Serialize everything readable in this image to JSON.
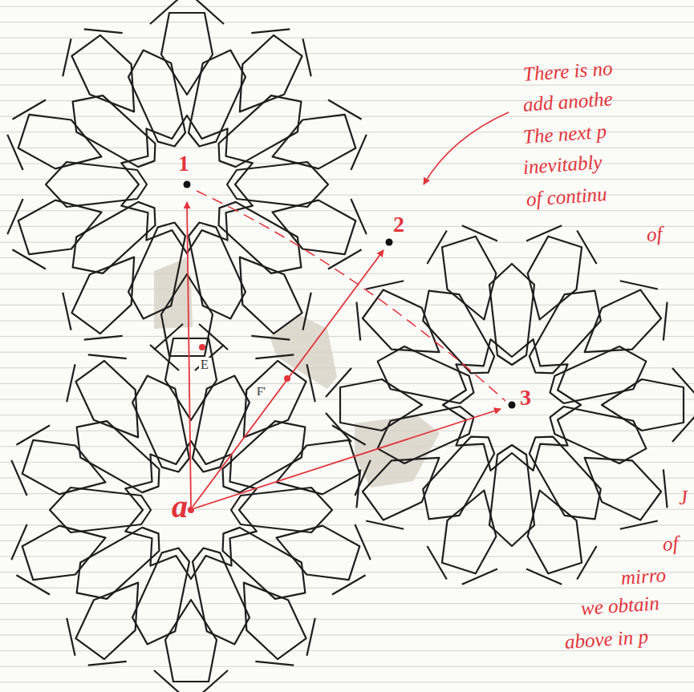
{
  "diagram": {
    "labels": [
      "1",
      "2",
      "3",
      "a",
      "E",
      "F'",
      "There is no",
      "add anothe",
      "The next p",
      "inevitably",
      "of continu",
      "of",
      "J",
      "of",
      "mirro",
      "we obtain",
      "above in p"
    ]
  }
}
